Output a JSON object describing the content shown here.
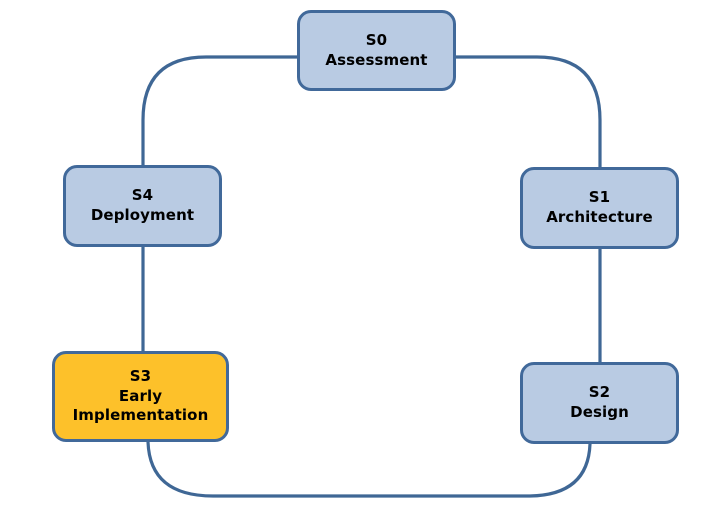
{
  "diagram": {
    "type": "cycle-process-flow",
    "title": "",
    "colors": {
      "node_fill_default": "#b9cbe3",
      "node_fill_highlight": "#fdc12a",
      "node_border": "#41699a",
      "connector": "#3f6795",
      "text": "#000000",
      "background": "#ffffff"
    },
    "nodes": [
      {
        "id": "s0",
        "code": "S0",
        "name": "Assessment",
        "lines": [
          "S0",
          "Assessment"
        ],
        "state": "default"
      },
      {
        "id": "s1",
        "code": "S1",
        "name": "Architecture",
        "lines": [
          "S1",
          "Architecture"
        ],
        "state": "default"
      },
      {
        "id": "s2",
        "code": "S2",
        "name": "Design",
        "lines": [
          "S2",
          "Design"
        ],
        "state": "default"
      },
      {
        "id": "s3",
        "code": "S3",
        "name": "Early Implementation",
        "lines": [
          "S3",
          "Early",
          "Implementation"
        ],
        "state": "highlighted"
      },
      {
        "id": "s4",
        "code": "S4",
        "name": "Deployment",
        "lines": [
          "S4",
          "Deployment"
        ],
        "state": "default"
      }
    ],
    "connections": [
      {
        "from": "s0",
        "to": "s1"
      },
      {
        "from": "s1",
        "to": "s2"
      },
      {
        "from": "s2",
        "to": "s3"
      },
      {
        "from": "s3",
        "to": "s4"
      },
      {
        "from": "s4",
        "to": "s0"
      }
    ]
  }
}
